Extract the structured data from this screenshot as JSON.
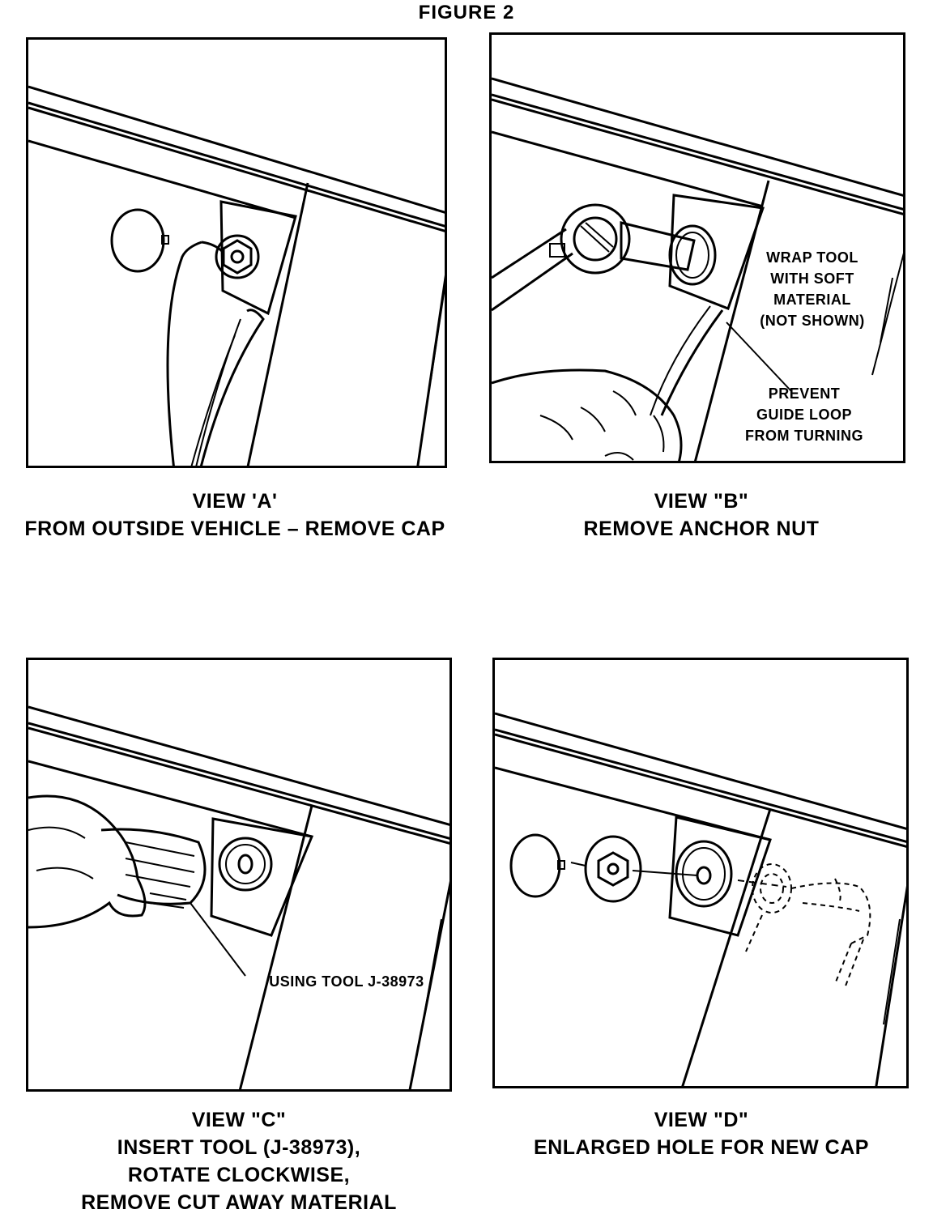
{
  "title": "FIGURE 2",
  "views": {
    "a": {
      "label": "VIEW  'A'",
      "lines": [
        "FROM OUTSIDE VEHICLE – REMOVE CAP"
      ]
    },
    "b": {
      "label": "VIEW  \"B\"",
      "lines": [
        "REMOVE ANCHOR NUT"
      ],
      "callouts": {
        "wrap": [
          "WRAP TOOL",
          "WITH SOFT",
          "MATERIAL",
          "(NOT SHOWN)"
        ],
        "prevent": [
          "PREVENT",
          "GUIDE LOOP",
          "FROM TURNING"
        ]
      }
    },
    "c": {
      "label": "VIEW  \"C\"",
      "lines": [
        "INSERT TOOL (J-38973),",
        "ROTATE CLOCKWISE,",
        "REMOVE CUT AWAY MATERIAL"
      ],
      "callouts": {
        "tool": "USING TOOL J-38973"
      }
    },
    "d": {
      "label": "VIEW  \"D\"",
      "lines": [
        "ENLARGED HOLE FOR NEW CAP"
      ]
    }
  }
}
